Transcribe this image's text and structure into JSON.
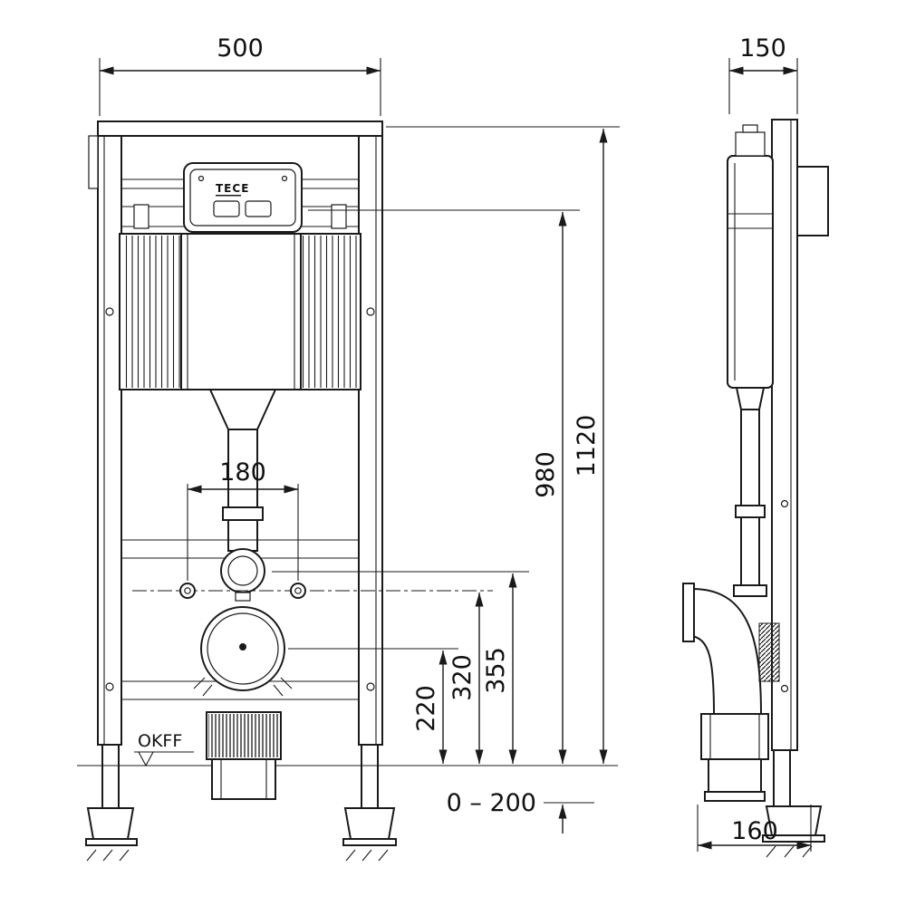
{
  "diagram": {
    "brand_label": "TECE",
    "floor_label": "OKFF",
    "dimensions": {
      "front_width": "500",
      "depth": "150",
      "total_height": "1120",
      "control_panel_height": "980",
      "flush_bend_height": "355",
      "fixing_height": "320",
      "drain_height": "220",
      "fixing_spacing": "180",
      "adjustment_range": "0 – 200",
      "base_depth": "160"
    },
    "colors": {
      "line": "#1a1a1a",
      "background": "#ffffff"
    }
  }
}
